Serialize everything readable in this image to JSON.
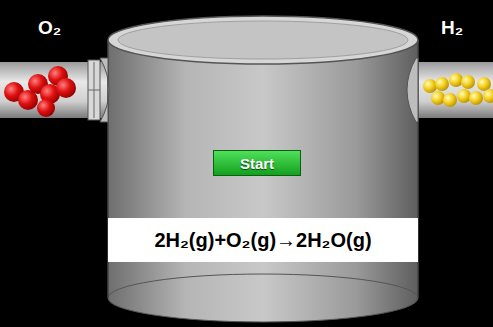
{
  "diagram": {
    "nodes": [
      {
        "text": [
          "Start"
        ]
      },
      {
        "text": [
          "2H₂(g)+O₂(g)→2H₂O(g)"
        ]
      }
    ],
    "labels": [
      "O₂",
      "H₂"
    ]
  }
}
